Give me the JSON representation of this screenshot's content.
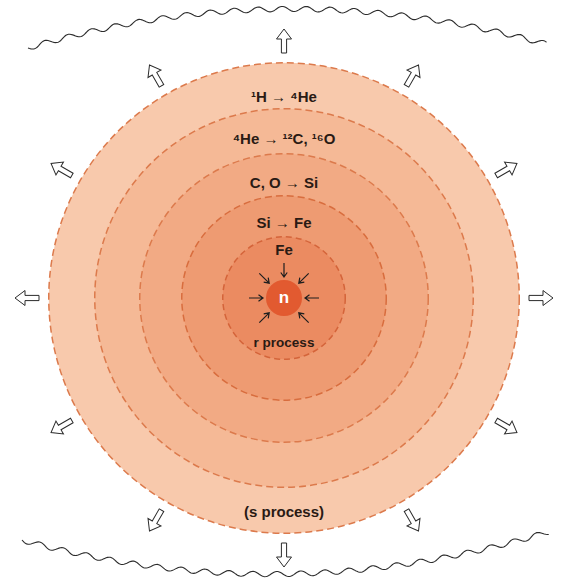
{
  "diagram": {
    "nodes": [
      {
        "text": [
          "¹H → ⁴He",
          "(s process)"
        ]
      },
      {
        "text": [
          "⁴He → ¹²C, ¹⁶O"
        ],
        "in": 0
      },
      {
        "text": [
          "C, O → Si"
        ],
        "in": 1
      },
      {
        "text": [
          "Si → Fe"
        ],
        "in": 2
      },
      {
        "text": [
          "Fe",
          "r process"
        ],
        "in": 3
      },
      {
        "text": [
          "n"
        ],
        "in": 4
      }
    ]
  }
}
